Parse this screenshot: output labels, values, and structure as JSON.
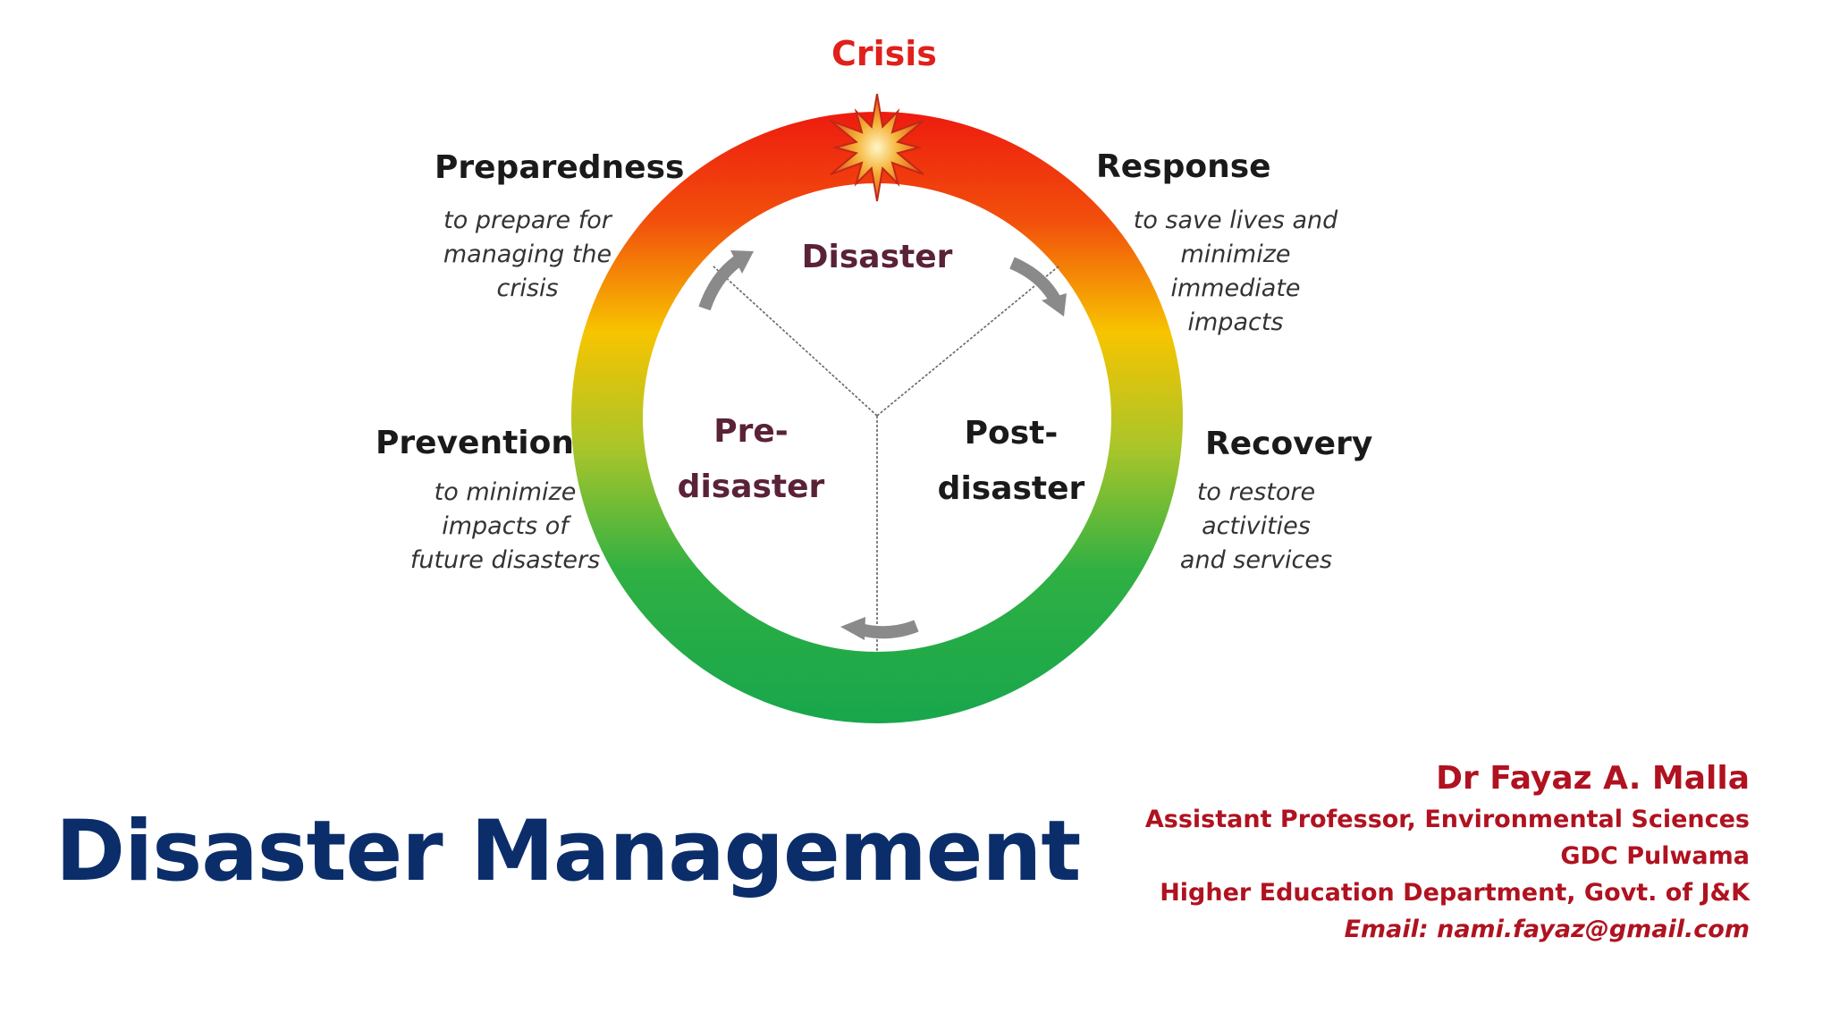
{
  "diagram": {
    "crisis_label": "Crisis",
    "center": {
      "top": "Disaster",
      "left_line1": "Pre-",
      "left_line2": "disaster",
      "right_line1": "Post-",
      "right_line2": "disaster"
    },
    "phases": {
      "preparedness": {
        "title": "Preparedness",
        "desc": [
          "to prepare for",
          "managing the",
          "crisis"
        ]
      },
      "response": {
        "title": "Response",
        "desc": [
          "to save lives and",
          "minimize",
          "immediate",
          "impacts"
        ]
      },
      "prevention": {
        "title": "Prevention",
        "desc": [
          "to minimize",
          "impacts of",
          "future disasters"
        ]
      },
      "recovery": {
        "title": "Recovery",
        "desc": [
          "to restore",
          "activities",
          "and services"
        ]
      }
    },
    "colors": {
      "ring_top": "#ee1b0f",
      "ring_mid": "#f7c400",
      "ring_bottom": "#1ba84a",
      "crisis_text": "#e0201a",
      "inner_text_pre": "#5a2238",
      "inner_text_post": "#1a1a1a",
      "arrow": "#8a8a8a"
    }
  },
  "title": "Disaster Management",
  "author": {
    "name": "Dr Fayaz A. Malla",
    "position": "Assistant Professor, Environmental Sciences",
    "institution": "GDC Pulwama",
    "department": "Higher Education Department, Govt. of J&K",
    "email": "Email: nami.fayaz@gmail.com"
  }
}
